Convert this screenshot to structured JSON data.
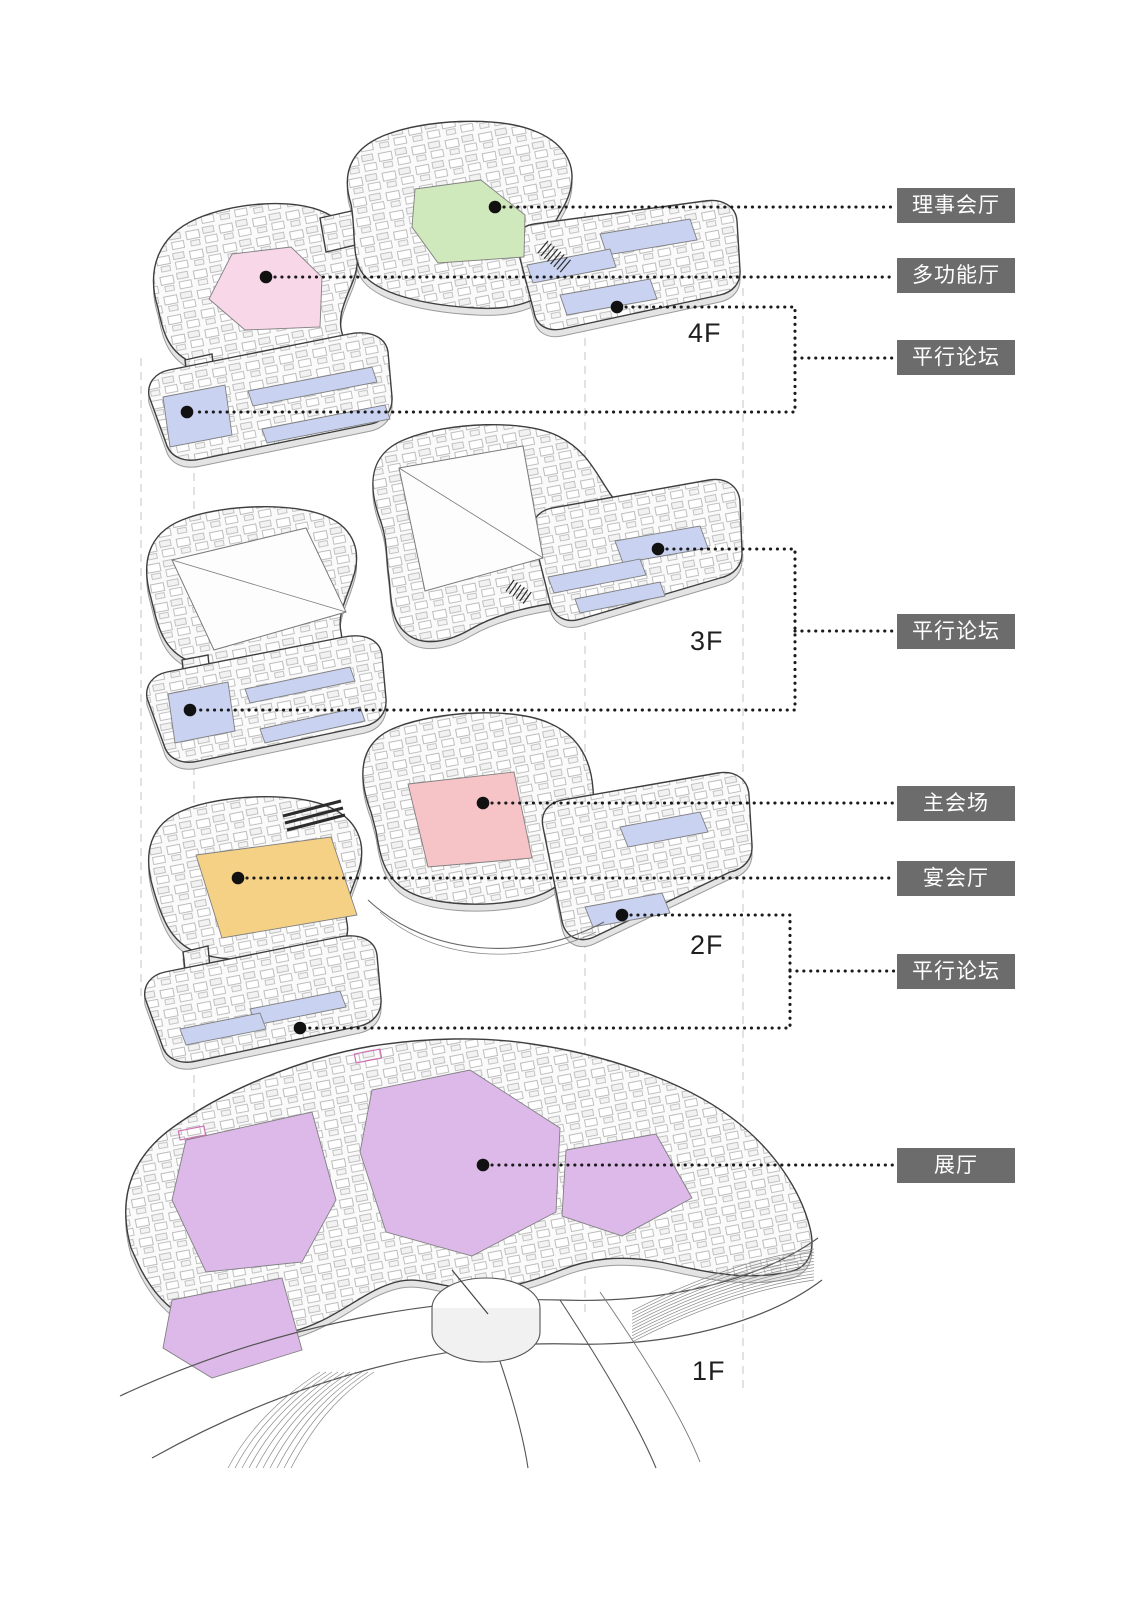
{
  "colors": {
    "background": "#ffffff",
    "label_bg": "#6c6c6c",
    "label_text": "#ffffff",
    "leader": "#1a1a1a",
    "guide": "#c9c9c9",
    "council_hall": "#cfe8bc",
    "multifunction_hall": "#f8d7e9",
    "parallel_forum": "#c9d2f0",
    "main_venue": "#f6c3c7",
    "banquet_hall": "#f5d186",
    "exhibition_hall": "#dcb9e9"
  },
  "legend": {
    "labels": [
      {
        "id": "council-hall",
        "text": "理事会厅"
      },
      {
        "id": "multifunction-hall",
        "text": "多功能厅"
      },
      {
        "id": "parallel-forum-4f",
        "text": "平行论坛"
      },
      {
        "id": "parallel-forum-3f",
        "text": "平行论坛"
      },
      {
        "id": "main-venue",
        "text": "主会场"
      },
      {
        "id": "banquet-hall",
        "text": "宴会厅"
      },
      {
        "id": "parallel-forum-2f",
        "text": "平行论坛"
      },
      {
        "id": "exhibition-hall",
        "text": "展厅"
      }
    ]
  },
  "floor_labels": [
    {
      "id": "4f",
      "text": "4F"
    },
    {
      "id": "3f",
      "text": "3F"
    },
    {
      "id": "2f",
      "text": "2F"
    },
    {
      "id": "1f",
      "text": "1F"
    }
  ]
}
